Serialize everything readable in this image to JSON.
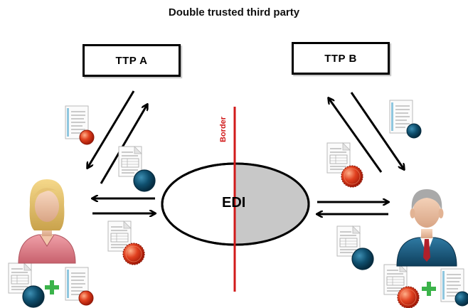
{
  "diagram": {
    "title": "Double trusted third party",
    "ttp_a_label": "TTP  A",
    "ttp_b_label": "TTP  B",
    "border_label": "Border",
    "center_label": "EDI"
  },
  "colors": {
    "border_line": "#d11a1a",
    "red_seal": "#e0401f",
    "blue_seal": "#0f4f6e",
    "plus": "#3bb34a",
    "edi_shade": "#c8c8c8"
  },
  "icons": [
    "document-icon",
    "red-seal-icon",
    "blue-seal-icon",
    "plus-icon",
    "woman-avatar-icon",
    "man-avatar-icon"
  ]
}
